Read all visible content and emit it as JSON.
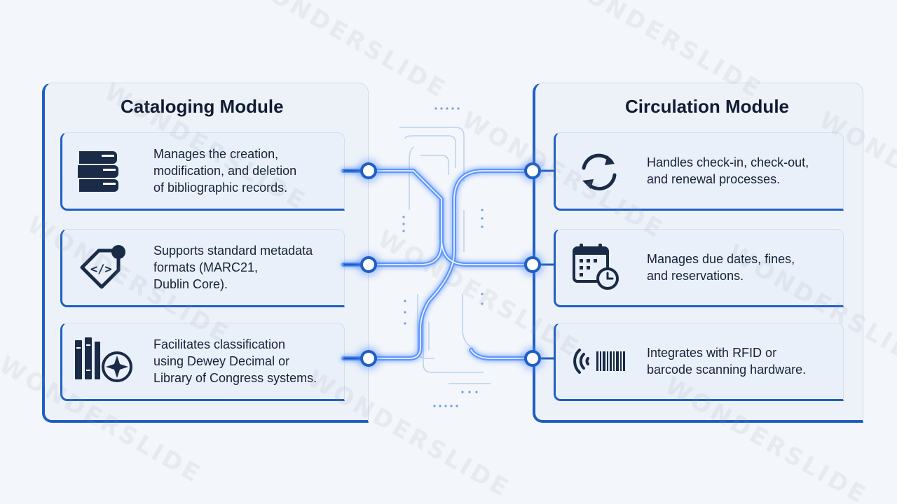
{
  "watermark_text": "WONDERSLIDE",
  "left_panel": {
    "title": "Cataloging Module",
    "cards": [
      {
        "icon": "books-stack-icon",
        "text": "Manages the creation,\nmodification, and deletion\nof bibliographic records."
      },
      {
        "icon": "code-tag-icon",
        "text": "Supports standard metadata\nformats (MARC21,\nDublin Core)."
      },
      {
        "icon": "books-compass-icon",
        "text": "Facilitates classification\nusing Dewey Decimal or\nLibrary of Congress systems."
      }
    ]
  },
  "right_panel": {
    "title": "Circulation Module",
    "cards": [
      {
        "icon": "refresh-cycle-icon",
        "text": "Handles check-in, check-out,\nand renewal processes."
      },
      {
        "icon": "calendar-clock-icon",
        "text": "Manages due dates, fines,\nand reservations."
      },
      {
        "icon": "rfid-barcode-icon",
        "text": "Integrates with RFID or\nbarcode scanning hardware."
      }
    ]
  },
  "colors": {
    "accent": "#1f5fc4",
    "glow": "#4f8cff",
    "background": "#f3f6fa",
    "panel": "#edf2f9",
    "text": "#13203a"
  }
}
